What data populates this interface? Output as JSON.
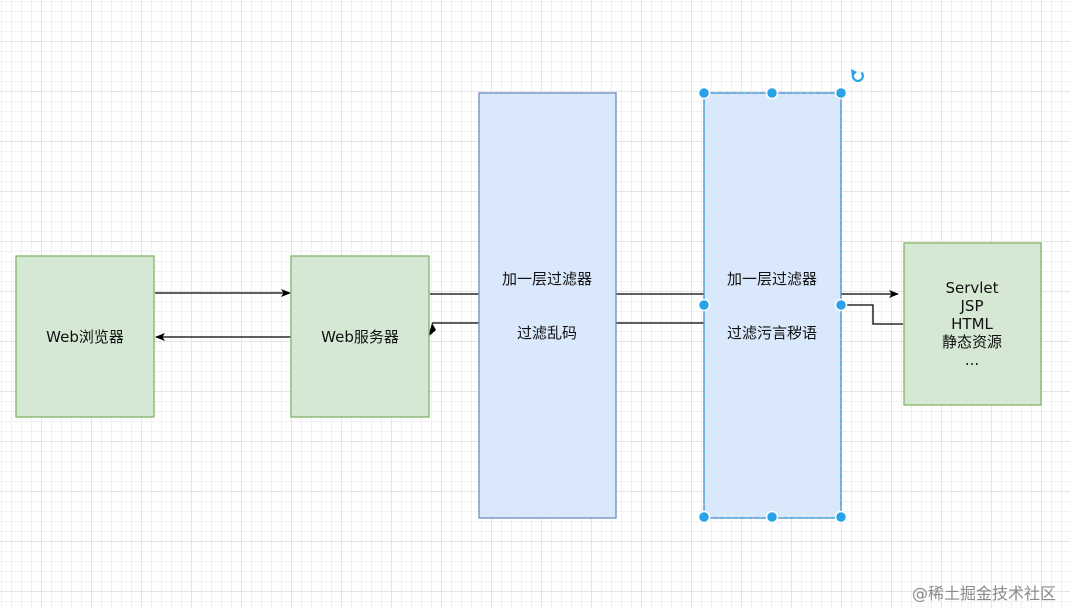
{
  "diagram": {
    "nodes": {
      "browser": {
        "label": "Web浏览器"
      },
      "server": {
        "label": "Web服务器"
      },
      "filter1": {
        "line1": "加一层过滤器",
        "line2": "过滤乱码"
      },
      "filter2": {
        "line1": "加一层过滤器",
        "line2": "过滤污言秽语"
      },
      "resources": {
        "lines": [
          "Servlet",
          "JSP",
          "HTML",
          "静态资源",
          "..."
        ]
      }
    },
    "colors": {
      "green_fill": "#d5e8d4",
      "green_stroke": "#82b366",
      "blue_fill": "#dae8fc",
      "blue_stroke": "#6c8ebf",
      "selection": "#29a3e6"
    }
  },
  "watermark": "@稀土掘金技术社区"
}
